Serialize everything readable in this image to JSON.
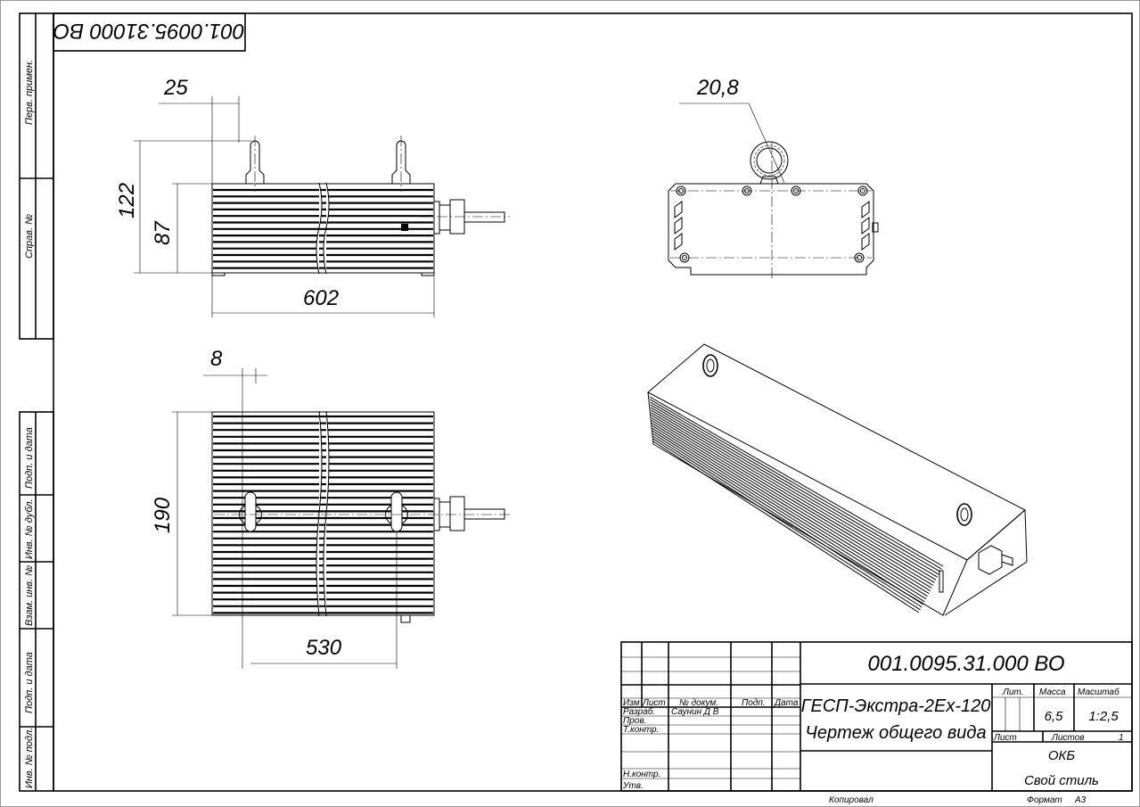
{
  "stamp": {
    "designation_rotated": "001.0095.31000 BO"
  },
  "side_strip": {
    "items": [
      "Перв. примен.",
      "Справ. №",
      "Подп. и дата",
      "Инв. № дубл.",
      "Взам. инв. №",
      "Подп. и дата",
      "Инв. № подл."
    ]
  },
  "dimensions": {
    "front_view": {
      "offset": "25",
      "total_height": "122",
      "body_height": "87",
      "length": "602"
    },
    "top_view": {
      "offset": "8",
      "width": "190",
      "eye_spacing": "530"
    },
    "end_view": {
      "eye_diameter": "20,8"
    }
  },
  "title_block": {
    "designation": "001.0095.31.000 ВО",
    "name_line1": "ГЕСП-Экстра-2Ex-120",
    "name_line2": "Чертеж общего вида",
    "headers": {
      "izm": "Изм",
      "list": "Лист",
      "doc_no": "№ докум.",
      "sign": "Подп.",
      "date": "Дата"
    },
    "roles": {
      "developed": "Разраб.",
      "checked": "Пров.",
      "tech_control": "Т.контр.",
      "norm_control": "Н.контр.",
      "approved": "Утв."
    },
    "developer_name": "Саунин Д В",
    "lit_label": "Лит.",
    "mass_label": "Масса",
    "scale_label": "Масштаб",
    "mass_value": "6,5",
    "scale_value": "1:2,5",
    "sheet_label": "Лист",
    "sheets_label": "Листов",
    "sheets_value": "1",
    "org_line1": "ОКБ",
    "org_line2": "Свой стиль"
  },
  "footer": {
    "copied": "Копировал",
    "format_label": "Формат",
    "format_value": "А3"
  }
}
